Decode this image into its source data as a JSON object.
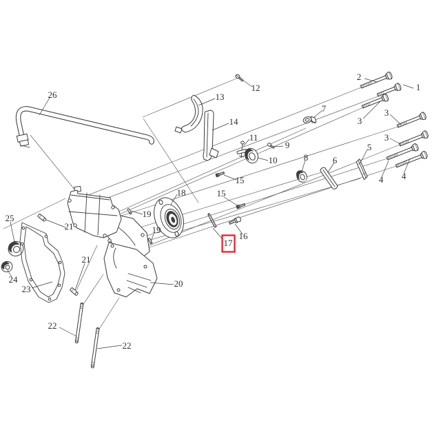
{
  "labels": [
    "1",
    "2",
    "3",
    "3",
    "3",
    "4",
    "4",
    "5",
    "6",
    "7",
    "8",
    "9",
    "10",
    "11",
    "12",
    "13",
    "14",
    "15",
    "15",
    "16",
    "17",
    "18",
    "19",
    "19",
    "20",
    "21",
    "21",
    "22",
    "22",
    "23",
    "24",
    "25",
    "26"
  ],
  "highlight": {
    "part": "17",
    "color": "#e8212f"
  },
  "colors": {
    "ink": "#3a3a3a",
    "background": "#ffffff"
  }
}
